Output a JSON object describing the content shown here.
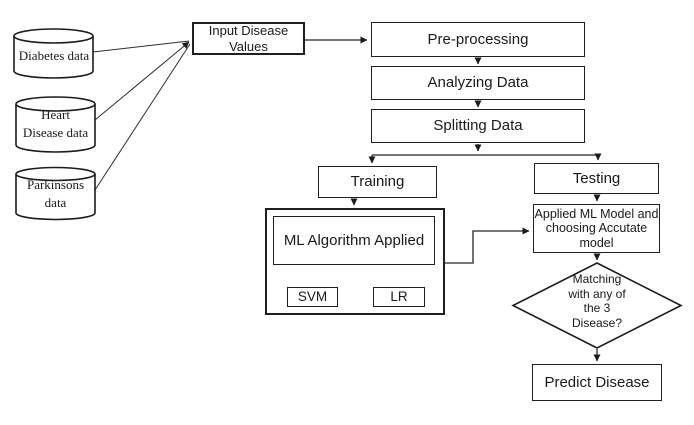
{
  "diagram": {
    "background": "#ffffff",
    "line_color": "#2b2b2b",
    "border_color": "#1f1f1f",
    "text_color": "#1a1a1a",
    "datastores": [
      {
        "label": "Diabetes data"
      },
      {
        "label": "Heart\nDisease data"
      },
      {
        "label": "Parkinsons\ndata"
      }
    ],
    "nodes": {
      "input": "Input Disease\nValues",
      "preprocessing": "Pre-processing",
      "analyzing": "Analyzing Data",
      "splitting": "Splitting Data",
      "training": "Training",
      "testing": "Testing",
      "ml_algorithm": "ML Algorithm Applied",
      "svm": "SVM",
      "lr": "LR",
      "applied_model": "Applied ML Model and\nchoosing Accutate\nmodel",
      "decision": "Matching\nwith any of\nthe 3\nDisease?",
      "predict": "Predict Disease"
    }
  }
}
